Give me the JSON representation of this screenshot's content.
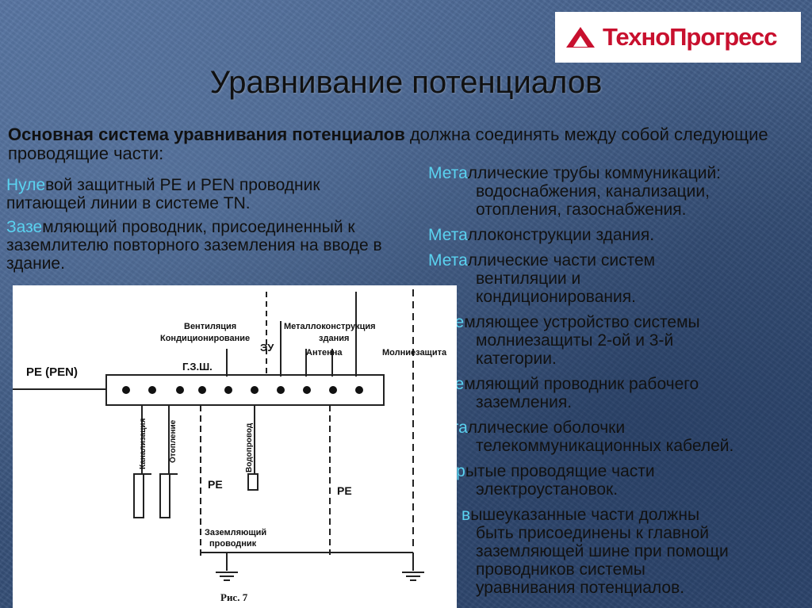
{
  "logo": {
    "text": "ТехноПрогресс",
    "brand_color": "#c8102e"
  },
  "title": "Уравнивание потенциалов",
  "intro": {
    "bold": "Основная система уравнивания потенциалов",
    "rest": " должна соединять между собой следующие проводящие части:"
  },
  "left_items": [
    {
      "hl": "Нуле",
      "rest": "вой защитный PE и PEN проводник питающей линии в системе TN."
    },
    {
      "hl": "Зазе",
      "rest": "мляющий проводник, присоединенный к заземлителю повторного заземления на вводе в здание."
    }
  ],
  "right_items": [
    {
      "hl": "Мета",
      "first": "ллические трубы коммуникаций:",
      "cont": [
        "водоснабжения, канализации,",
        "отопления, газоснабжения."
      ]
    },
    {
      "hl": "Мета",
      "first": "ллоконструкции здания.",
      "cont": []
    },
    {
      "hl": "Мета",
      "first": "ллические части систем",
      "cont": [
        "вентиляции и",
        "кондиционирования."
      ]
    },
    {
      "hl": "Зазе",
      "first": "мляющее устройство системы",
      "cont": [
        "молниезащиты 2-ой и 3-й",
        "категории."
      ]
    },
    {
      "hl": "Зазе",
      "first": "мляющий проводник рабочего",
      "cont": [
        "заземления."
      ]
    },
    {
      "hl": "Мета",
      "first": "ллические оболочки",
      "cont": [
        "телекоммуникационных кабелей."
      ]
    },
    {
      "hl": "Откр",
      "first": "ытые проводящие части",
      "cont": [
        "электроустановок."
      ]
    },
    {
      "hl": "Все в",
      "first": "ышеуказанные части должны",
      "cont": [
        "быть присоединены к главной",
        "заземляющей шине при помощи",
        "проводников системы",
        "уравнивания потенциалов."
      ]
    }
  ],
  "diagram": {
    "pe_pen": "PE (PEN)",
    "gzsh": "Г.З.Ш.",
    "ventilation": "Вентиляция",
    "conditioning": "Кондиционирование",
    "eu": "ЭУ",
    "metal1": "Металлоконструкция",
    "metal2": "здания",
    "antenna": "Антенна",
    "lightning": "Молниезащита",
    "sewer": "Канализация",
    "heating": "Отопление",
    "water": "Водопровод",
    "pe": "PE",
    "ground1": "Заземляющий",
    "ground2": "проводник",
    "fig": "Рис. 7"
  }
}
